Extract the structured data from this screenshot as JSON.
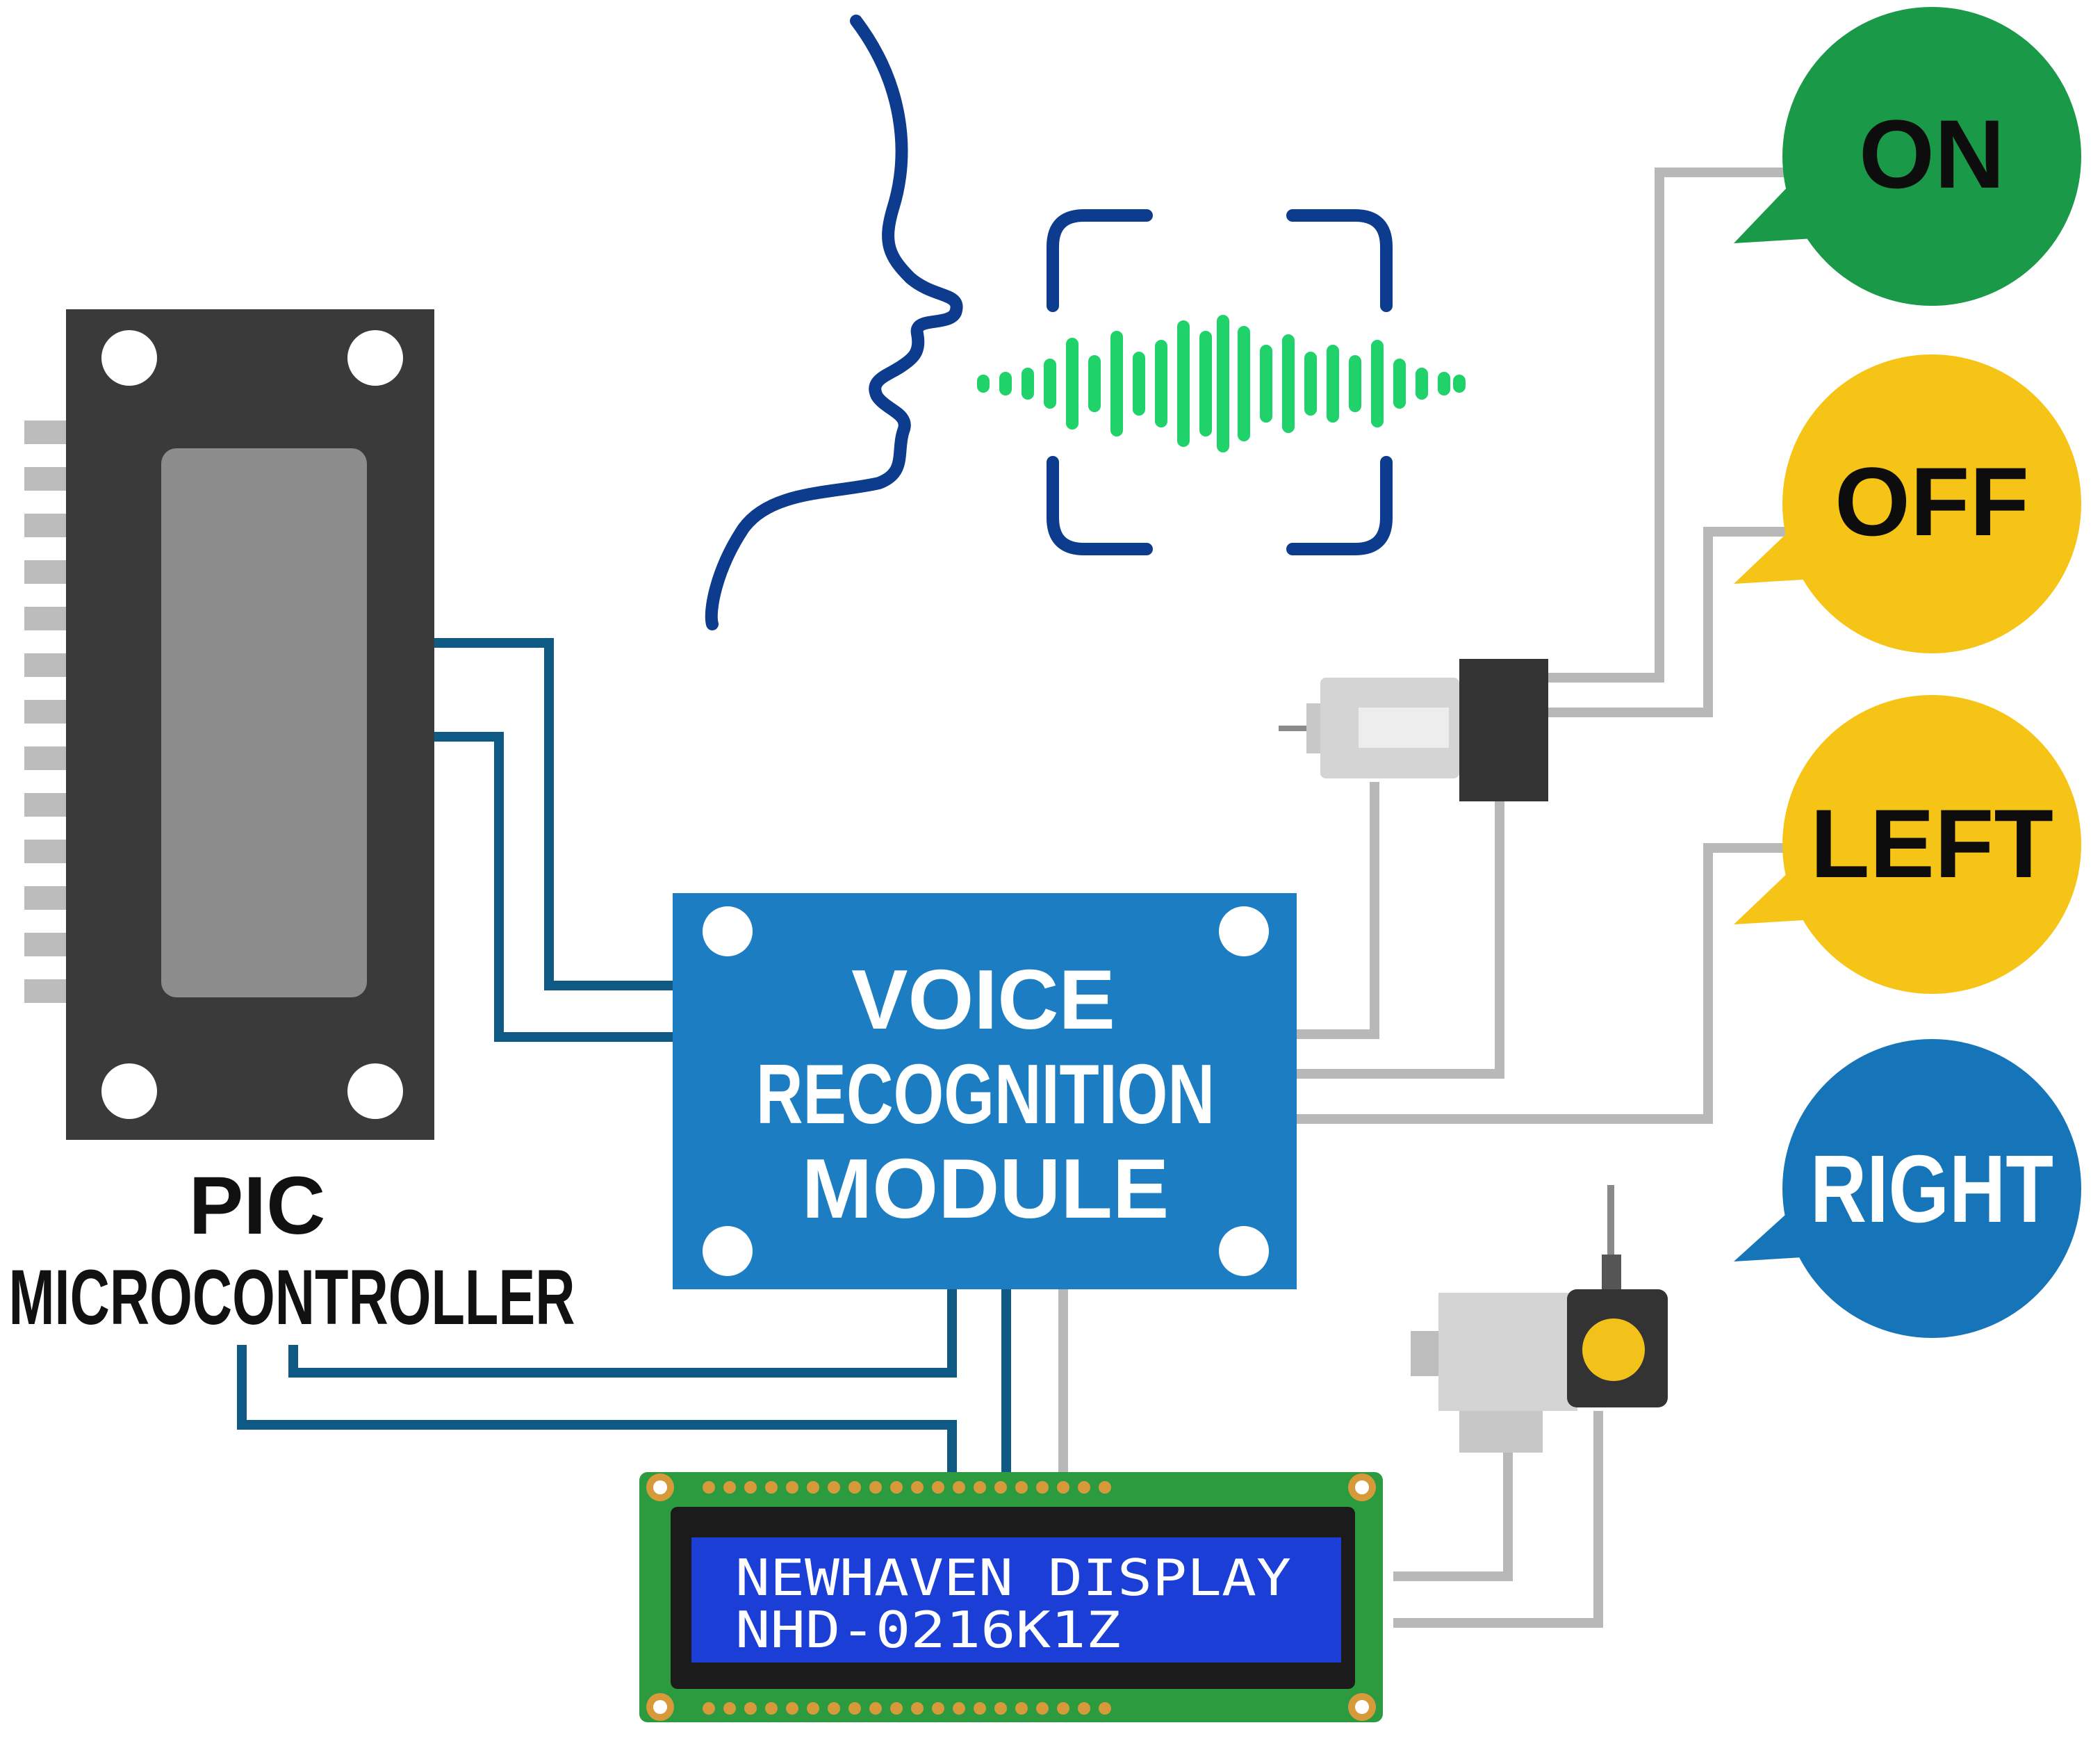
{
  "microcontroller": {
    "label_line1": "PIC",
    "label_line2": "MICROCONTROLLER"
  },
  "voice_module": {
    "line1": "VOICE",
    "line2": "RECOGNITION",
    "line3": "MODULE"
  },
  "lcd": {
    "line1": "NEWHAVEN DISPLAY",
    "line2": "NHD-0216K1Z"
  },
  "commands": [
    {
      "label": "ON",
      "color": "#1a9a48",
      "text_color": "#0d0d0d"
    },
    {
      "label": "OFF",
      "color": "#f6c416",
      "text_color": "#0d0d0d"
    },
    {
      "label": "LEFT",
      "color": "#f6c416",
      "text_color": "#0d0d0d"
    },
    {
      "label": "RIGHT",
      "color": "#1675b8",
      "text_color": "#ffffff"
    }
  ],
  "colors": {
    "wire_blue": "#0f5a84",
    "wire_gray": "#b8b8b8",
    "face_outline": "#0d3b8e",
    "waveform": "#1fd36a",
    "module": "#1c7dc2",
    "chip": "#3a3a3a",
    "lcd_screen": "#1b3fd6",
    "pcb": "#2c9a3e"
  }
}
